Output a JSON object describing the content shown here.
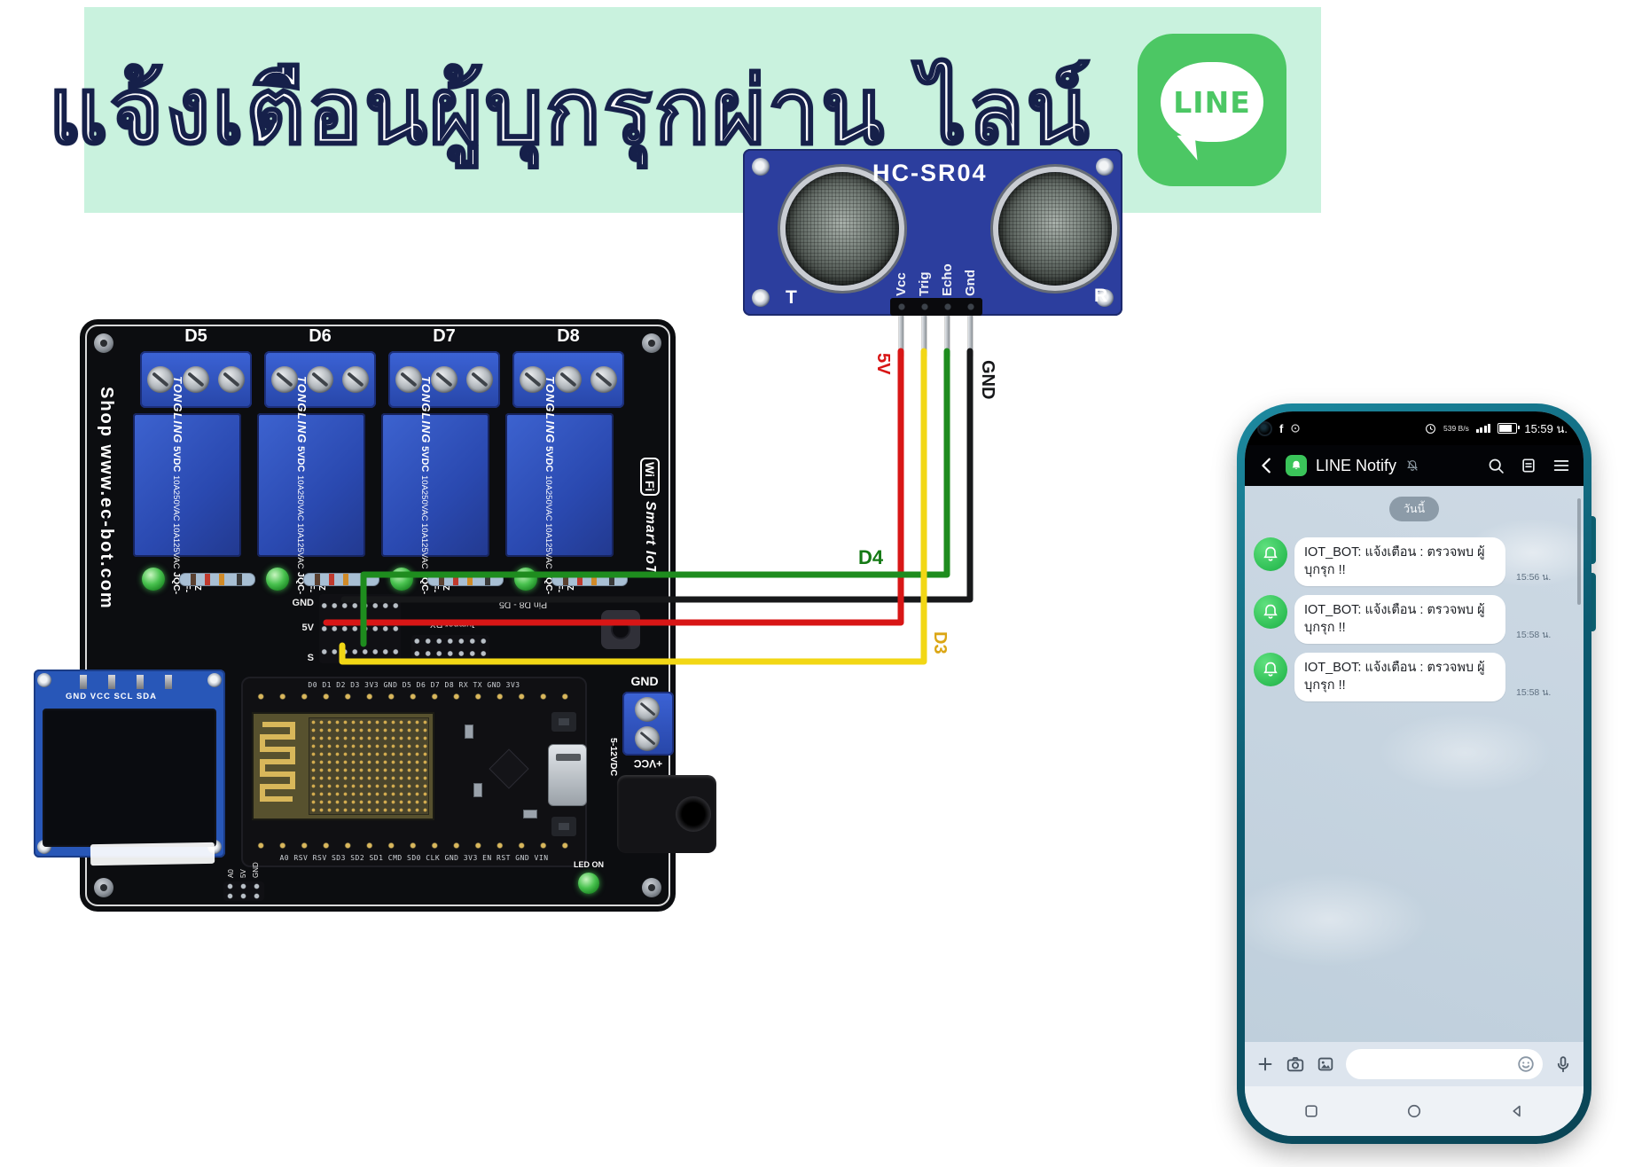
{
  "banner": {
    "title": "แจ้งเตือนผู้บุกรุกผ่าน ไลน์",
    "bg_color": "#c9f2de"
  },
  "line_logo": {
    "wordmark": "LINE",
    "brand_color": "#4cc764"
  },
  "sensor": {
    "model": "HC-SR04",
    "transmitter_label": "T",
    "receiver_label": "R",
    "pins": [
      "Vcc",
      "Trig",
      "Echo",
      "Gnd"
    ]
  },
  "wiring": {
    "labels": {
      "vcc": "5V",
      "trig": "D3",
      "echo": "D4",
      "gnd": "GND"
    },
    "colors": {
      "vcc": "#d81616",
      "trig": "#f2d715",
      "echo": "#1e8c1e",
      "gnd": "#17181a"
    }
  },
  "board": {
    "shop_text": "Shop www.ec-bot.com",
    "wifi_badge": "Wi Fi",
    "wifi_name": "Smart IoT",
    "channels": [
      "D5",
      "D6",
      "D7",
      "D8"
    ],
    "relay": {
      "brand": "TONGLING",
      "voltage": "5VDC",
      "rating1": "10A250VAC",
      "rating2": "10A125VAC",
      "model": "JQC-3FF-S-Z"
    },
    "header_rows": [
      "GND",
      "5V",
      "S"
    ],
    "jumper_label": "Jumper RX",
    "pin_range_label": "Pin D8 - D5",
    "power_gnd_label": "GND",
    "power_vcc_label": "+VCC",
    "power_range_label": "5-12VDC",
    "led_label": "LED ON",
    "aux_pins": [
      "A0",
      "5V",
      "GND"
    ],
    "oled_pin_labels": "GND VCC SCL SDA",
    "nodemcu_top_pins": "D0 D1 D2 D3 3V3 GND D5 D6 D7 D8 RX TX GND 3V3",
    "nodemcu_bottom_pins": "A0 RSV RSV SD3 SD2 SD1 CMD SD0 CLK GND 3V3 EN RST GND VIN"
  },
  "phone": {
    "status": {
      "fb_badge": "f",
      "net_speed": "539 B/s",
      "time": "15:59 น."
    },
    "header_title": "LINE Notify",
    "chat": {
      "date_chip": "วันนี้",
      "messages": [
        {
          "text": "IOT_BOT: แจ้งเตือน : ตรวจพบ ผู้บุกรุก !!",
          "time": "15:56 น."
        },
        {
          "text": "IOT_BOT: แจ้งเตือน : ตรวจพบ ผู้บุกรุก !!",
          "time": "15:58 น."
        },
        {
          "text": "IOT_BOT: แจ้งเตือน : ตรวจพบ ผู้บุกรุก !!",
          "time": "15:58 น."
        }
      ]
    }
  }
}
